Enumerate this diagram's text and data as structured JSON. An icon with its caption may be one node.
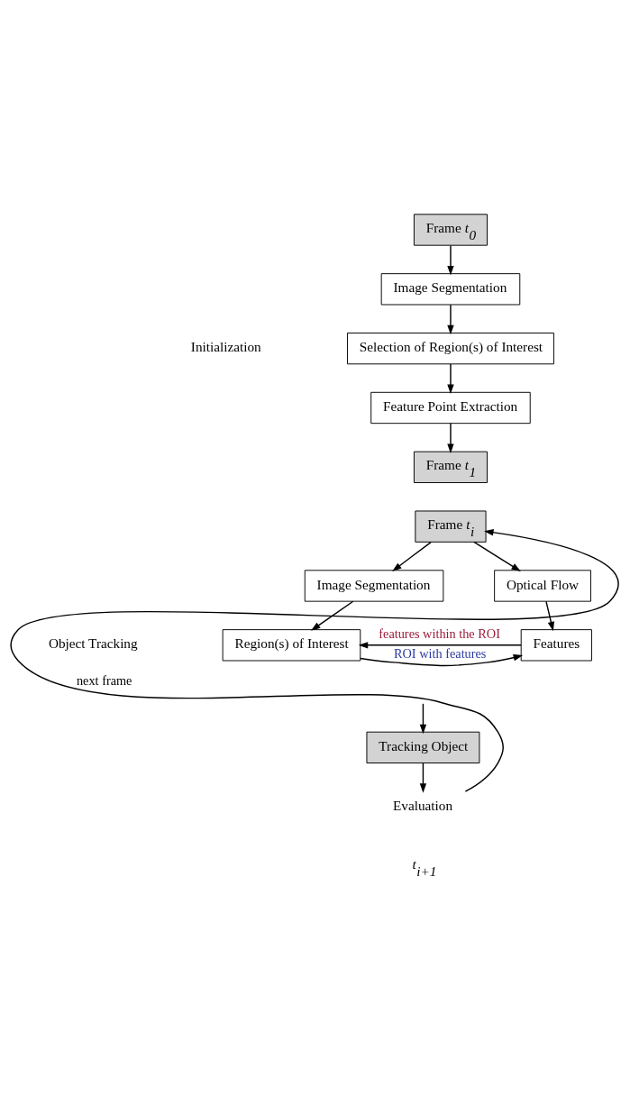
{
  "diagram": {
    "nodes": [
      {
        "text": [
          "Frame *t*$_{0}$"
        ]
      },
      {
        "text": [
          "Image Segmentation"
        ]
      },
      {
        "text": [
          "Selection of Region(s) of Interest"
        ]
      },
      {
        "text": [
          "Feature Point Extraction"
        ]
      },
      {
        "text": [
          "Frame *t*$_{1}$"
        ]
      },
      {
        "text": [
          "Frame *t*$_{i}$"
        ]
      },
      {
        "text": [
          "Image Segmentation"
        ]
      },
      {
        "text": [
          "Optical Flow"
        ]
      },
      {
        "text": [
          "Region(s) of Interest"
        ]
      },
      {
        "text": [
          "Features"
        ]
      },
      {
        "text": [
          "Tracking Object"
        ]
      },
      {
        "text": [
          "Evaluation"
        ]
      }
    ],
    "edges": [
      {
        "from": 0,
        "to": 1,
        "arrow": "to"
      },
      {
        "from": 1,
        "to": 2,
        "arrow": "to"
      },
      {
        "from": 2,
        "to": 3,
        "arrow": "to"
      },
      {
        "from": 3,
        "to": 4,
        "arrow": "to"
      },
      {
        "from": 5,
        "to": 6,
        "arrow": "to"
      },
      {
        "from": 5,
        "to": 7,
        "arrow": "to"
      },
      {
        "from": 6,
        "to": 8,
        "arrow": "to"
      },
      {
        "from": 7,
        "to": 9,
        "arrow": "to"
      },
      {
        "from": 9,
        "to": 8,
        "arrow": "to",
        "label": "features within the ROI"
      },
      {
        "from": 8,
        "to": 9,
        "arrow": "to",
        "label": "ROI with features"
      },
      {
        "from": null,
        "to": 10,
        "arrow": "to"
      },
      {
        "from": 10,
        "to": 11,
        "arrow": "to"
      },
      {
        "from": 11,
        "to": 5,
        "arrow": "to",
        "label": "next frame"
      }
    ],
    "labels": [
      "Initialization",
      "Object Tracking",
      "*t*$_{i+1}$"
    ]
  }
}
